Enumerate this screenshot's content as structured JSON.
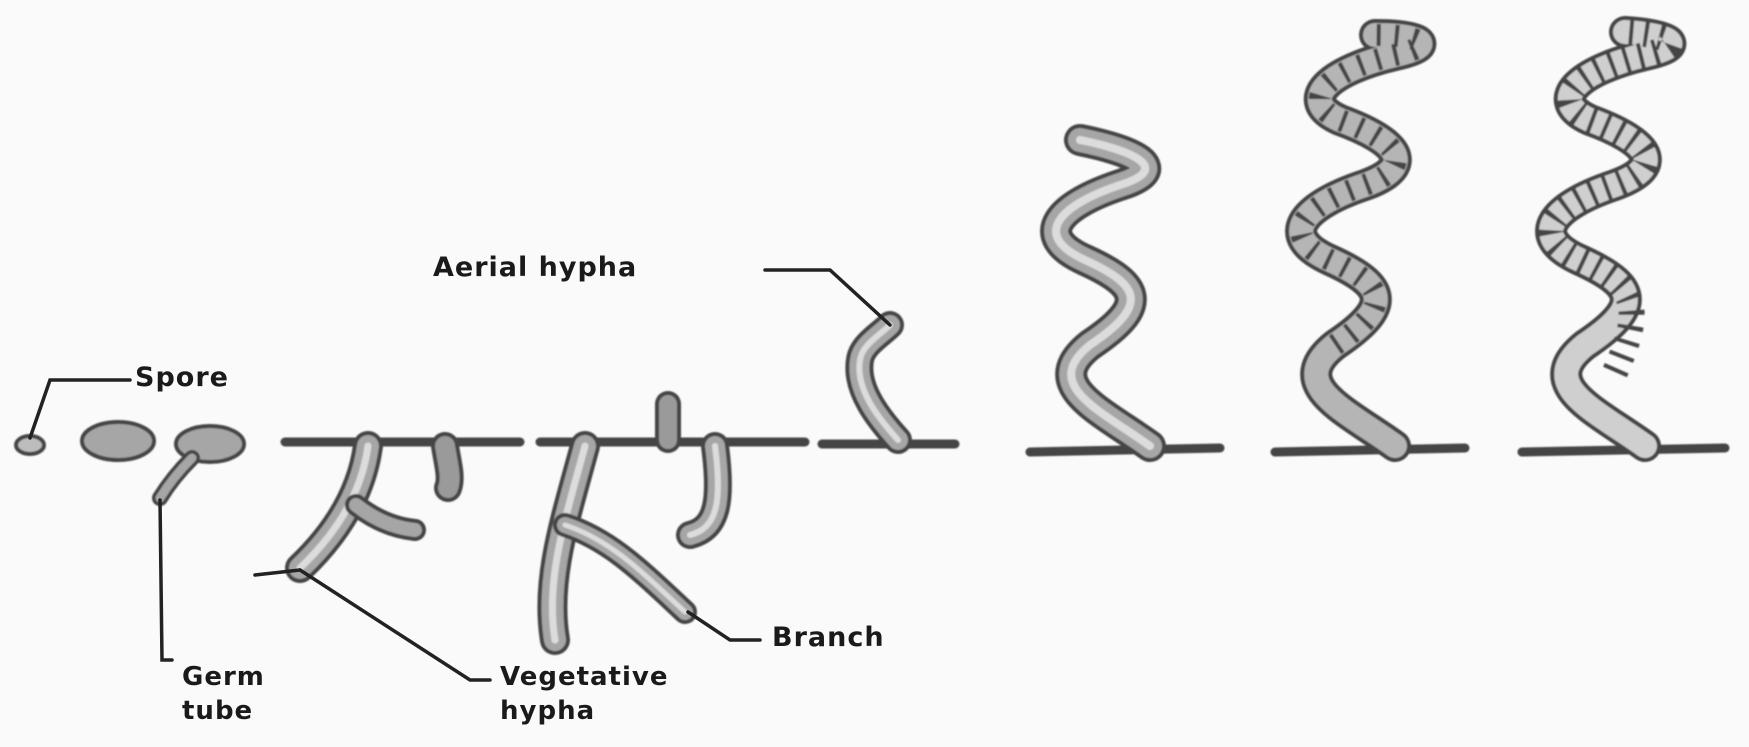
{
  "diagram": {
    "labels": {
      "spore": "Spore",
      "germ_tube": [
        "Germ",
        "tube"
      ],
      "aerial_hypha": "Aerial hypha",
      "branch": "Branch",
      "vegetative_hypha": [
        "Vegetative",
        "hypha"
      ]
    },
    "colors": {
      "hypha_fill": "#a6a6a6",
      "hypha_core": "#dcdcdc",
      "outline": "#444444",
      "chain_fill": "#c8c8c8",
      "text": "#1a1a1a"
    },
    "stages": [
      "spore",
      "germination",
      "vegetative-growth",
      "branching",
      "aerial-hypha",
      "coiled-hypha",
      "spore-chain-forming",
      "spore-chain-mature"
    ]
  }
}
